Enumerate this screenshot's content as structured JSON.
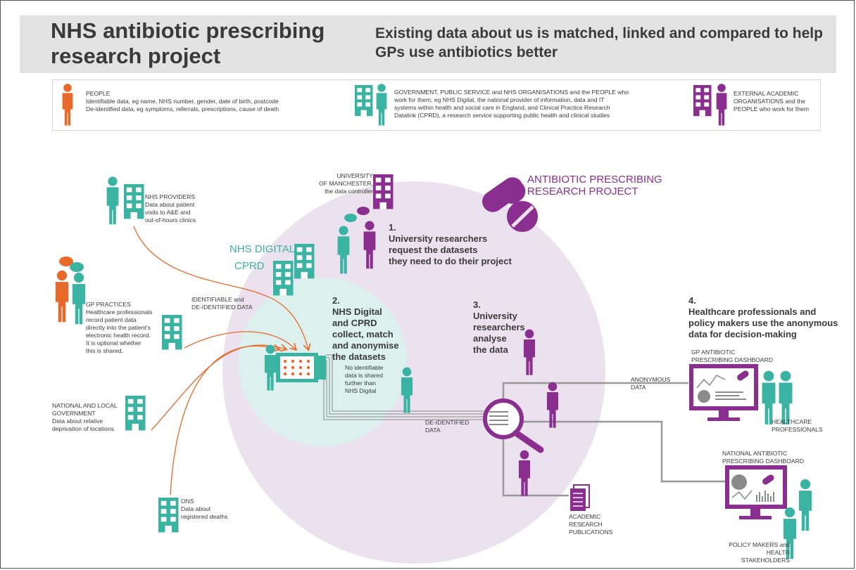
{
  "header": {
    "title": "NHS antibiotic prescribing research project",
    "subtitle": "Existing data about us is matched, linked and compared to help GPs use antibiotics better"
  },
  "legend": {
    "people": "PEOPLE\nIdentifiable data, eg name, NHS number, gender, date of birth, postcode\nDe-identified data, eg symptoms, referrals, prescriptions, cause of death",
    "government": "GOVERNMENT, PUBLIC SERVICE and NHS ORGANISATIONS and the PEOPLE who\nwork for them, eg NHS Digital, the national provider of information, data and IT\nsystems within health and social care in England, and Clinical Practice Research\nDatalink (CPRD), a research service supporting public health and clinical studies",
    "academic": "EXTERNAL ACADEMIC\nORGANISATIONS and the\nPEOPLE who work for them"
  },
  "sources": {
    "nhs_providers": "NHS PROVIDERS\nData about patient\nvisits to A&E and\nout-of-hours clinics",
    "gp_practices": "GP PRACTICES\nHealthcare professionals\nrecord patient data\ndirectly into the patient's\nelectronic health record.\nIt is optional whether\nthis is shared.",
    "government": "NATIONAL AND LOCAL\nGOVERNMENT\nData about relative\ndeprivation of locations",
    "ons": "ONS\nData about\nregistered deaths",
    "identifiable": "IDENTIFIABLE and\nDE-IDENTIFIED DATA"
  },
  "center": {
    "nhs_digital": "NHS DIGITAL",
    "cprd": "CPRD",
    "university": "UNIVERSITY\nOF MANCHESTER,\nthe data controller",
    "project_title": "ANTIBIOTIC PRESCRIBING\nRESEARCH PROJECT",
    "step1": "1.\nUniversity researchers\nrequest the datasets\nthey need to do their project",
    "step2": "2.\nNHS Digital\nand CPRD\ncollect, match\nand anonymise\nthe datasets",
    "no_identifiable": "No identifiable\ndata is shared\nfurther than\nNHS Digital",
    "step3": "3.\nUniversity\nresearchers\nanalyse\nthe data",
    "deidentified": "DE-IDENTIFIED\nDATA",
    "anonymous": "ANONYMOUS\nDATA",
    "publications": "ACADEMIC\nRESEARCH\nPUBLICATIONS"
  },
  "outputs": {
    "step4": "4.\nHealthcare professionals and\npolicy makers use the anonymous\ndata for decision-making",
    "gp_dashboard": "GP ANTIBIOTIC\nPRESCRIBING DASHBOARD",
    "healthcare_professionals": "HEALTHCARE\nPROFESSIONALS",
    "national_dashboard": "NATIONAL ANTIBIOTIC\nPRESCRIBING DASHBOARD",
    "policy_makers": "POLICY MAKERS and\nHEALTH STAKEHOLDERS"
  },
  "colors": {
    "orange": "#e8692a",
    "teal": "#3bb3a3",
    "purple": "#8a2f8f",
    "lilac": "#ece1ef",
    "mint": "#dcf1ee",
    "gray": "#8a8a8a"
  }
}
